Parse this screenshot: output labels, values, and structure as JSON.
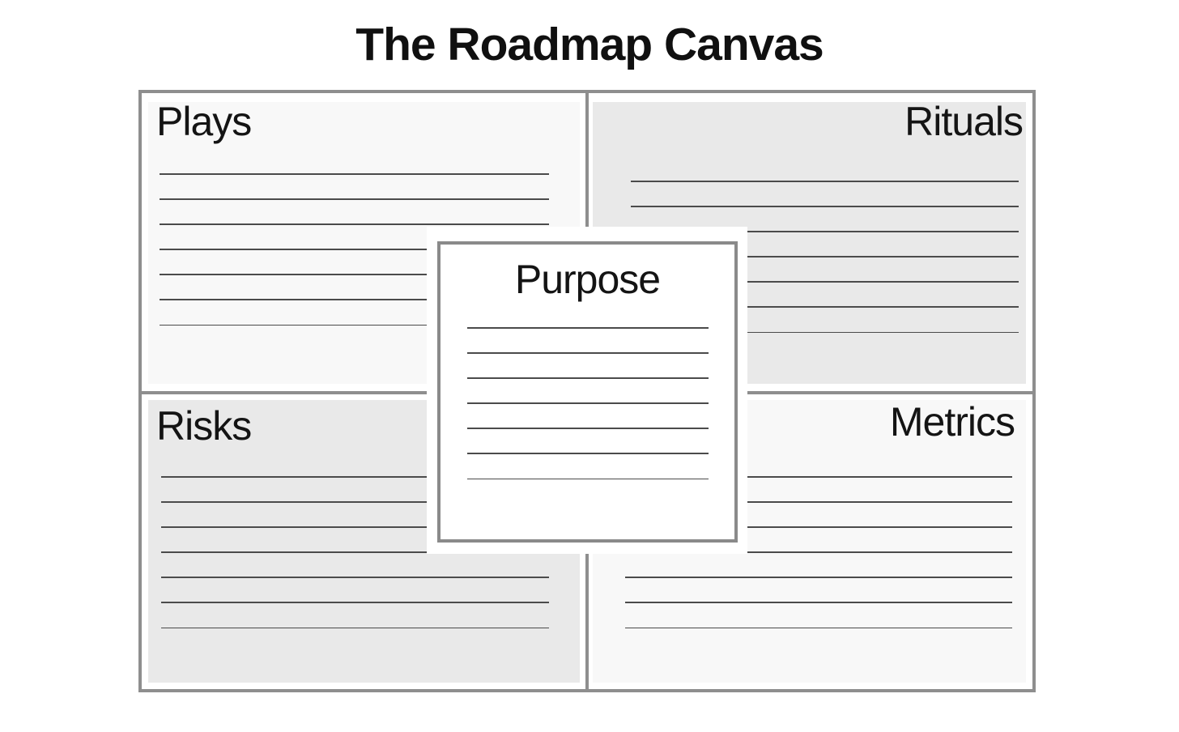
{
  "title": "The Roadmap Canvas",
  "canvas": {
    "quadrants": [
      {
        "id": "plays",
        "label": "Plays",
        "label_align": "left",
        "line_count": 7,
        "background": "#f8f8f8"
      },
      {
        "id": "rituals",
        "label": "Rituals",
        "label_align": "right",
        "line_count": 7,
        "background": "#e9e9e9"
      },
      {
        "id": "risks",
        "label": "Risks",
        "label_align": "left",
        "line_count": 7,
        "background": "#e9e9e9"
      },
      {
        "id": "metrics",
        "label": "Metrics",
        "label_align": "right",
        "line_count": 7,
        "background": "#f8f8f8"
      }
    ],
    "center": {
      "label": "Purpose",
      "line_count": 7,
      "background": "#ffffff"
    }
  },
  "colors": {
    "page_background": "#ffffff",
    "frame_border": "#8e8e8e",
    "purpose_border": "#8a8a8a",
    "light_quadrant": "#f8f8f8",
    "shaded_quadrant": "#e9e9e9",
    "ruled_line": "#4b4b4b",
    "text": "#111111"
  }
}
